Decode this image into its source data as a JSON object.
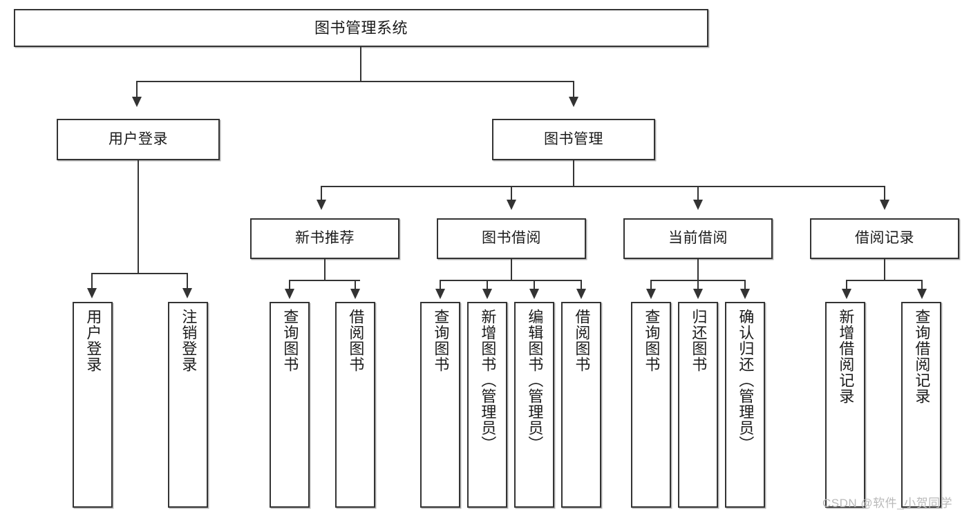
{
  "diagram": {
    "title": "图书管理系统",
    "type": "功能结构图",
    "watermark": "CSDN @软件_小贺同学",
    "colors": {
      "box_border": "#333333",
      "box_fill": "#ffffff",
      "text": "#1b1b1b",
      "connector": "#333333",
      "watermark": "#b9b9b9",
      "background": "#ffffff"
    },
    "levels": {
      "root": "图书管理系统",
      "level1": [
        "用户登录",
        "图书管理"
      ],
      "level2": [
        "新书推荐",
        "图书借阅",
        "当前借阅",
        "借阅记录"
      ],
      "leaves": [
        "用户登录",
        "注销登录",
        "查询图书",
        "借阅图书",
        "查询图书",
        "新增图书（管理员）",
        "编辑图书（管理员）",
        "借阅图书",
        "查询图书",
        "归还图书",
        "确认归还（管理员）",
        "新增借阅记录",
        "查询借阅记录"
      ]
    },
    "nodes": {
      "root": {
        "label": "图书管理系统"
      },
      "user_login": {
        "label": "用户登录"
      },
      "book_manage": {
        "label": "图书管理"
      },
      "new_book_rec": {
        "label": "新书推荐"
      },
      "book_borrow": {
        "label": "图书借阅"
      },
      "current_borrow": {
        "label": "当前借阅"
      },
      "borrow_record": {
        "label": "借阅记录"
      },
      "leaf_user_login": {
        "label": "用户登录"
      },
      "leaf_logout": {
        "label": "注销登录"
      },
      "leaf_rec_query": {
        "label": "查询图书"
      },
      "leaf_rec_borrow": {
        "label": "借阅图书"
      },
      "leaf_bb_query": {
        "label": "查询图书"
      },
      "leaf_bb_add": {
        "label": "新增图书（管理员）"
      },
      "leaf_bb_edit": {
        "label": "编辑图书（管理员）"
      },
      "leaf_bb_borrow": {
        "label": "借阅图书"
      },
      "leaf_cb_query": {
        "label": "查询图书"
      },
      "leaf_cb_return": {
        "label": "归还图书"
      },
      "leaf_cb_confirm": {
        "label": "确认归还（管理员）"
      },
      "leaf_br_add": {
        "label": "新增借阅记录"
      },
      "leaf_br_query": {
        "label": "查询借阅记录"
      }
    }
  }
}
